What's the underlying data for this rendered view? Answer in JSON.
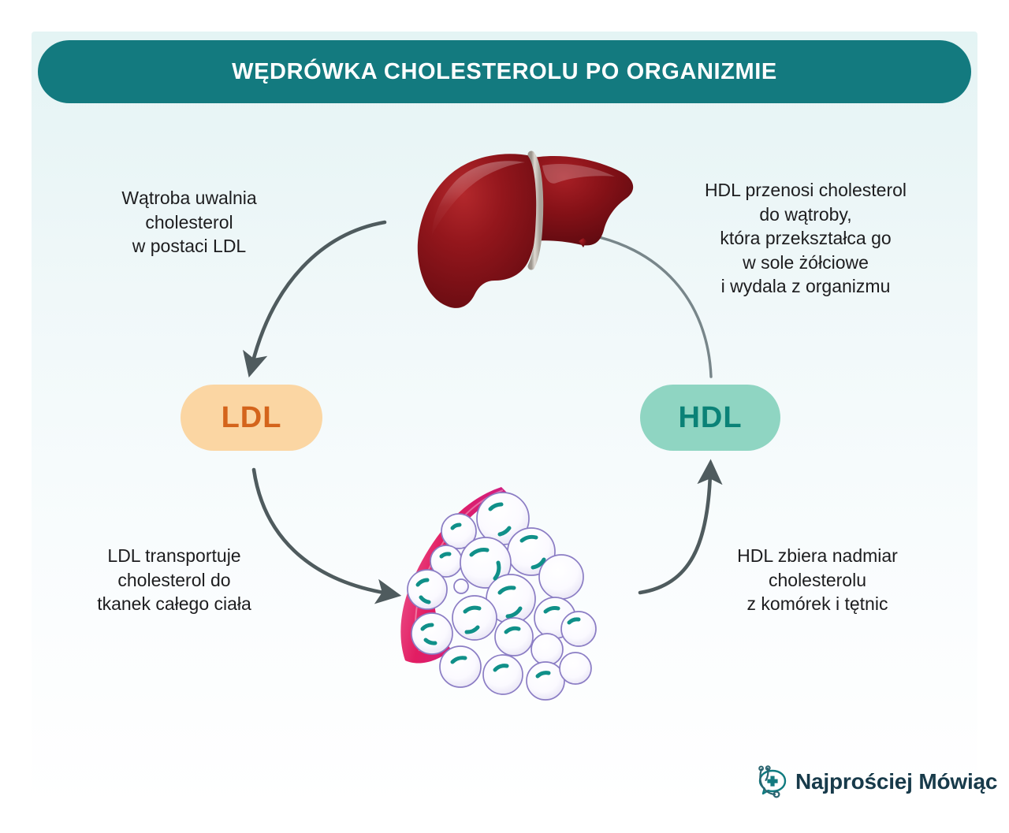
{
  "banner": {
    "title": "WĘDRÓWKA CHOLESTEROLU PO ORGANIZMIE",
    "bg_color": "#137a7f",
    "text_color": "#ffffff"
  },
  "captions": {
    "liver_release": "Wątroba uwalnia\ncholesterol\nw postaci LDL",
    "hdl_to_liver": "HDL przenosi cholesterol\ndo wątroby,\nktóra przekształca go\nw sole żółciowe\ni wydala z organizmu",
    "ldl_to_tissue": "LDL transportuje\ncholesterol do\ntkanek całego ciała",
    "hdl_collects": "HDL zbiera nadmiar\ncholesterolu\nz komórek i tętnic"
  },
  "nodes": {
    "ldl": {
      "label": "LDL",
      "fill_color": "#fbd6a3",
      "text_color": "#d4641b"
    },
    "hdl": {
      "label": "HDL",
      "fill_color": "#8fd5c2",
      "text_color": "#0b8277"
    }
  },
  "illustrations": {
    "liver": {
      "name": "liver-illustration",
      "primary_color": "#8c1218",
      "ligament_color": "#c8c3bd"
    },
    "adipose": {
      "name": "adipose-tissue-illustration",
      "membrane_color": "#e8457f",
      "cell_color": "#ffffff",
      "nucleus_color": "#109089"
    }
  },
  "arrows": {
    "color": "#4f5b5e",
    "liver_to_ldl": "Wątroba → LDL",
    "ldl_to_tissue": "LDL → tkanki",
    "tissue_to_hdl": "tkanki → HDL",
    "hdl_to_liver": "HDL → wątroba"
  },
  "logo": {
    "text": "Najprościej Mówiąc",
    "text_color": "#173a4a",
    "mark_color": "#0f7b80"
  },
  "background": {
    "top_color": "#e4f4f4",
    "bottom_color": "#ffffff"
  }
}
